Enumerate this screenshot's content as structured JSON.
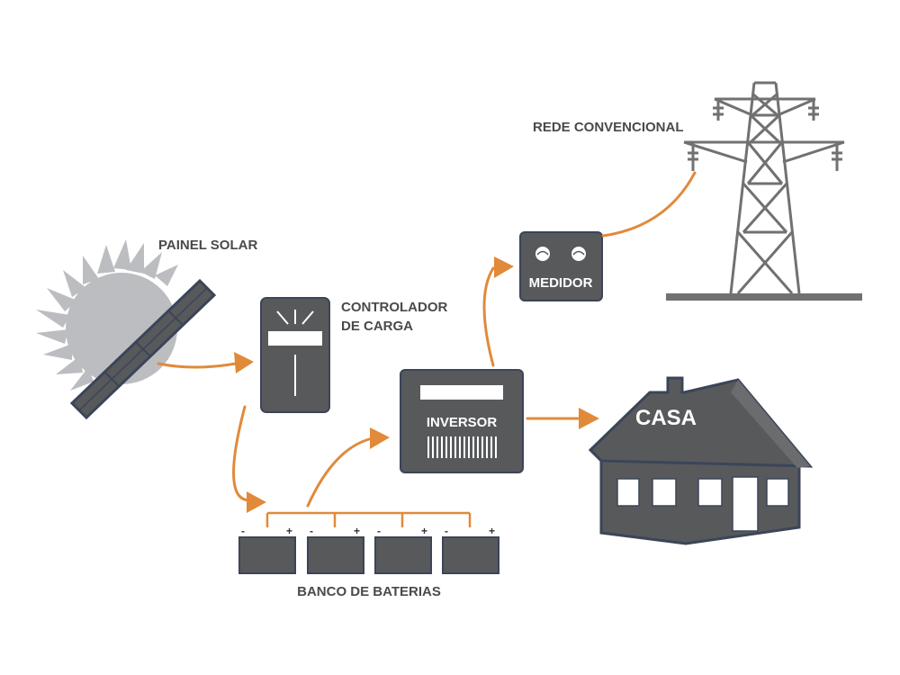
{
  "labels": {
    "solar_panel": "PAINEL SOLAR",
    "charge_controller_line1": "CONTROLADOR",
    "charge_controller_line2": "DE CARGA",
    "inverter": "INVERSOR",
    "meter": "MEDIDOR",
    "grid": "REDE CONVENCIONAL",
    "house": "CASA",
    "battery_bank": "BANCO DE BATERIAS"
  },
  "battery_terminals": {
    "negative": "-",
    "positive": "+"
  },
  "colors": {
    "flow": "#e08a3a",
    "device": "#58595b",
    "device_outline": "#3b4559",
    "sun": "#bcbdc0",
    "tower": "#707173",
    "label": "#4a4a4a"
  }
}
